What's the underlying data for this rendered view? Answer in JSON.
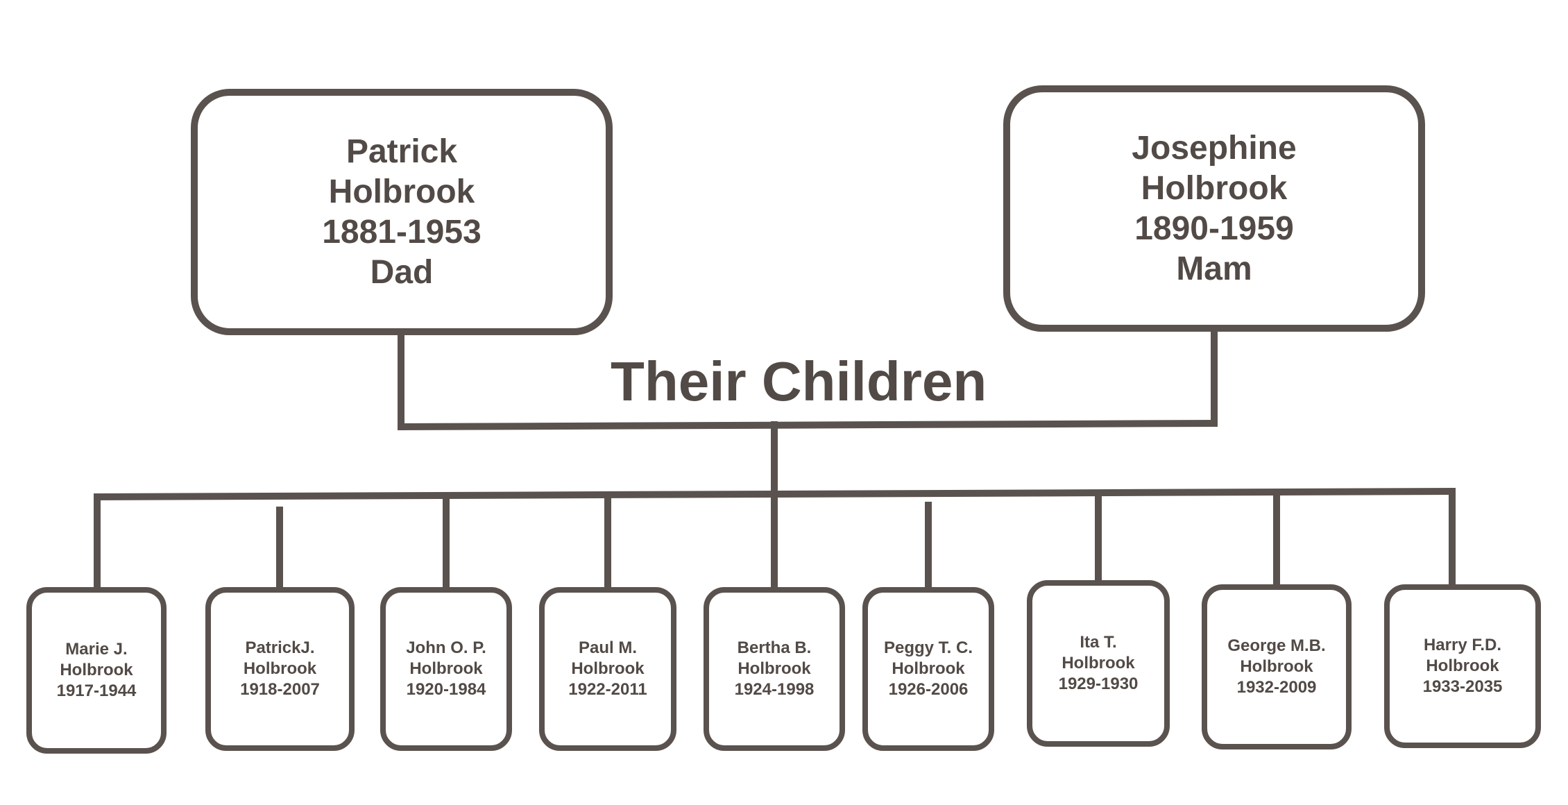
{
  "parents": [
    {
      "first": "Patrick",
      "last": "Holbrook",
      "years": "1881-1953",
      "role": "Dad"
    },
    {
      "first": "Josephine",
      "last": "Holbrook",
      "years": "1890-1959",
      "role": "Mam"
    }
  ],
  "heading": "Their Children",
  "children": [
    {
      "first": "Marie J.",
      "last": "Holbrook",
      "years": "1917-1944"
    },
    {
      "first": "PatrickJ.",
      "last": "Holbrook",
      "years": "1918-2007"
    },
    {
      "first": "John O. P.",
      "last": "Holbrook",
      "years": "1920-1984"
    },
    {
      "first": "Paul M.",
      "last": "Holbrook",
      "years": "1922-2011"
    },
    {
      "first": "Bertha B.",
      "last": "Holbrook",
      "years": "1924-1998"
    },
    {
      "first": "Peggy T. C.",
      "last": "Holbrook",
      "years": "1926-2006"
    },
    {
      "first": "Ita T.",
      "last": "Holbrook",
      "years": "1929-1930"
    },
    {
      "first": "George M.B.",
      "last": "Holbrook",
      "years": "1932-2009"
    },
    {
      "first": "Harry F.D.",
      "last": "Holbrook",
      "years": "1933-2035"
    }
  ]
}
